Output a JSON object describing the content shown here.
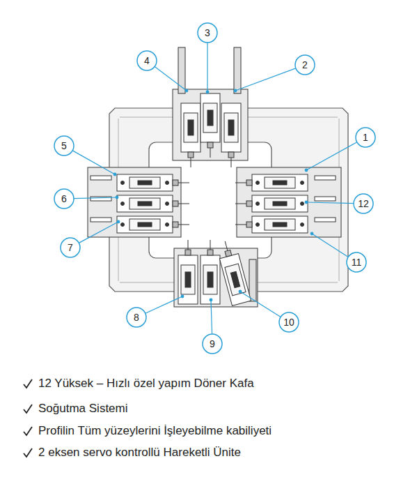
{
  "diagram": {
    "labels": [
      "1",
      "2",
      "3",
      "4",
      "5",
      "6",
      "7",
      "8",
      "9",
      "10",
      "11",
      "12",
      "12 Yüksek – Hızlı özel yapım Döner Kafa",
      "Soğutma Sistemi",
      "Profilin Tüm yüzeylerini İşleyebilme kabiliyeti",
      "2 eksen servo kontrollü Hareketli Ünite"
    ]
  }
}
